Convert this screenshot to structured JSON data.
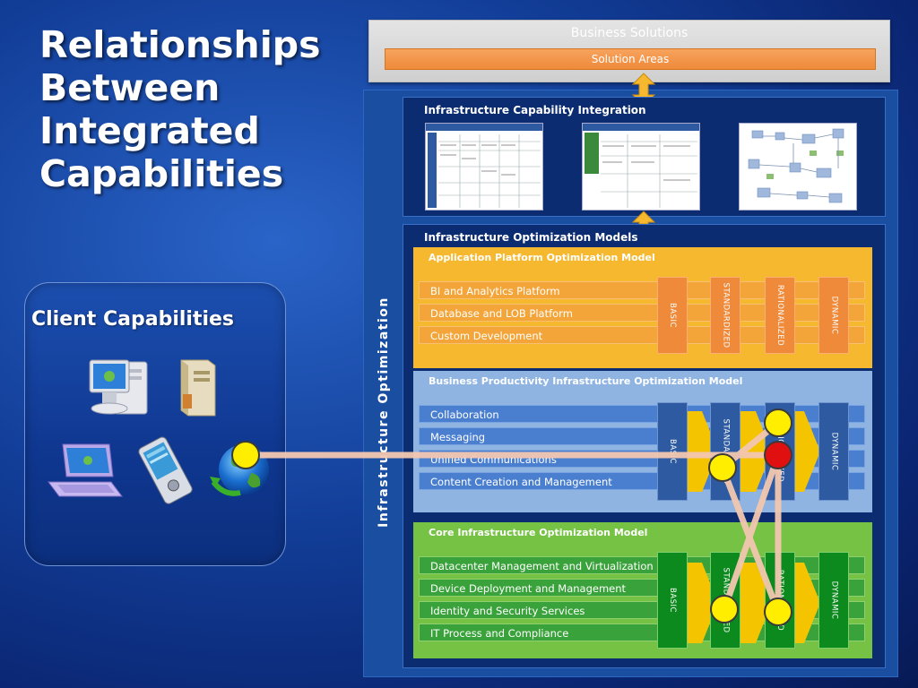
{
  "title_lines": [
    "Relationships",
    "Between",
    "Integrated",
    "Capabilities"
  ],
  "business": {
    "title": "Business Solutions",
    "solution_areas": "Solution Areas"
  },
  "io_label": "Infrastructure Optimization",
  "integration": {
    "title": "Infrastructure Capability Integration"
  },
  "models": {
    "title": "Infrastructure Optimization Models",
    "app": {
      "title": "Application Platform Optimization Model",
      "rows": [
        "BI and Analytics Platform",
        "Database and LOB Platform",
        "Custom Development"
      ]
    },
    "bp": {
      "title": "Business Productivity Infrastructure Optimization Model",
      "rows": [
        "Collaboration",
        "Messaging",
        "Unified Communications",
        "Content Creation and Management"
      ]
    },
    "core": {
      "title": "Core Infrastructure Optimization Model",
      "rows": [
        "Datacenter Management and Virtualization",
        "Device Deployment and Management",
        "Identity and Security Services",
        "IT Process and Compliance"
      ]
    },
    "stages": [
      "BASIC",
      "STANDARDIZED",
      "RATIONALIZED",
      "DYNAMIC"
    ]
  },
  "client": {
    "title": "Client Capabilities"
  },
  "colors": {
    "app_model": "#f5b82e",
    "bp_model": "#8fb4e2",
    "core_model": "#76c244",
    "app_stage": "#ef8a3a",
    "bp_stage": "#2d5aa0",
    "core_stage": "#0d8a1e",
    "node_yellow": "#ffee00",
    "node_red": "#e01010",
    "link": "#f3c7b0"
  },
  "icons": [
    "desktop-pc-icon",
    "server-icon",
    "laptop-icon",
    "pda-icon",
    "globe-icon"
  ]
}
